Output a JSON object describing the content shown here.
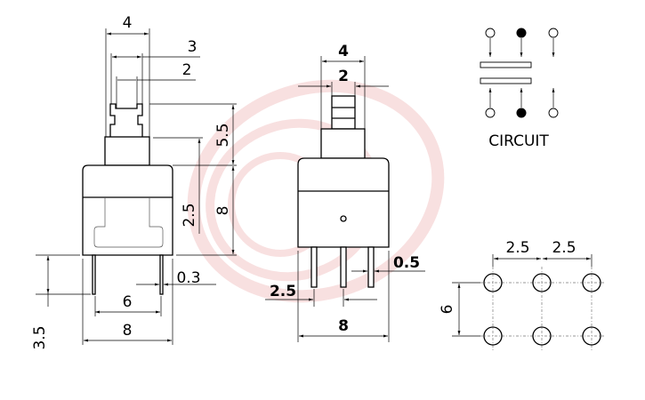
{
  "watermark": {
    "color": "#e04040",
    "kind": "logo-swirl"
  },
  "side_view": {
    "dims": {
      "plunger_width": "4",
      "plunger_mid": "3",
      "plunger_inner": "2",
      "plunger_height": "5.5",
      "stem_height": "2.5",
      "body_height": "8",
      "pin_length": "3.5",
      "pin_width": "0.3",
      "pin_spacing": "6",
      "body_width": "8"
    }
  },
  "front_view": {
    "dims": {
      "stem_width": "4",
      "plunger_width": "2",
      "pin_width": "0.5",
      "pin_pitch": "2.5",
      "body_width": "8"
    }
  },
  "circuit": {
    "label": "CIRCUIT"
  },
  "footprint": {
    "dims": {
      "pitch_left": "2.5",
      "pitch_right": "2.5",
      "row_spacing": "6"
    }
  }
}
